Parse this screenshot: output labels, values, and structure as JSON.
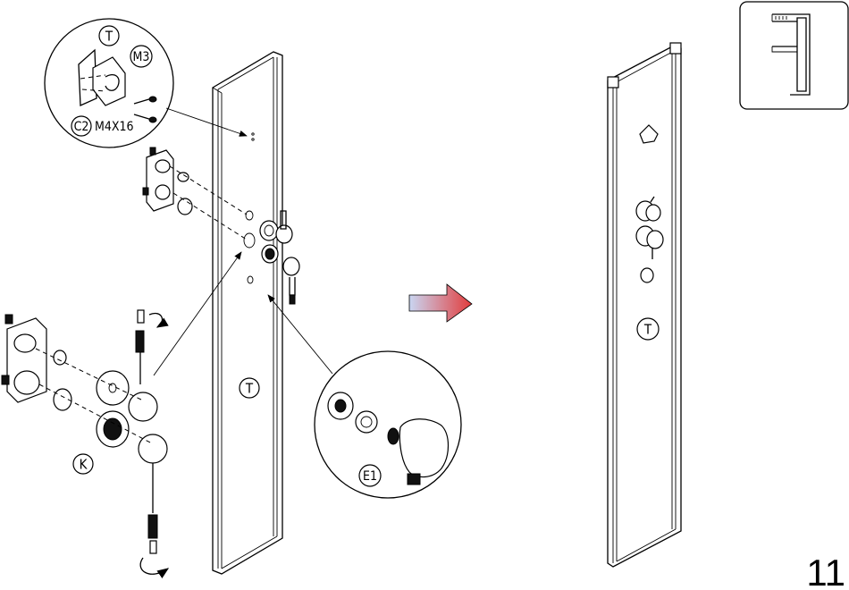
{
  "labels": {
    "panel_left": "T",
    "panel_right": "T",
    "detail_top_T": "T",
    "detail_top_M3": "M3",
    "detail_top_C2": "C2",
    "screw_size": "M4X16",
    "part_K": "K",
    "part_E1": "E1",
    "step_number": "11"
  },
  "colors": {
    "line": "#000000",
    "arrow_start": "#c9d6f2",
    "arrow_end": "#e23b3b",
    "background": "#ffffff"
  },
  "icons": [
    "rotate-arrow-icon",
    "direction-arrow-icon",
    "screw-icon",
    "hook-icon"
  ]
}
